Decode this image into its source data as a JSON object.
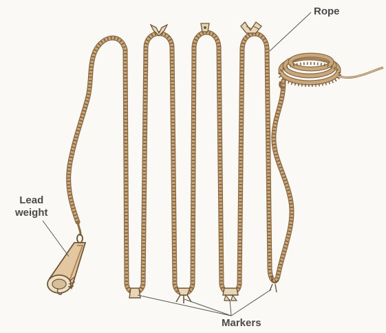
{
  "labels": {
    "rope": "Rope",
    "lead_line1": "Lead",
    "lead_line2": "weight",
    "markers": "Markers"
  },
  "colors": {
    "background": "#faf9f6",
    "rope": "#c9a77c",
    "rope_outline": "#8a6a44",
    "rope_texture": "#7a5a36",
    "marker_fill": "#e8d6b8",
    "marker_outline": "#6e5536",
    "weight_fill": "#e3c7a0",
    "leader_line": "#555555",
    "label_text": "#4a4a4a"
  }
}
